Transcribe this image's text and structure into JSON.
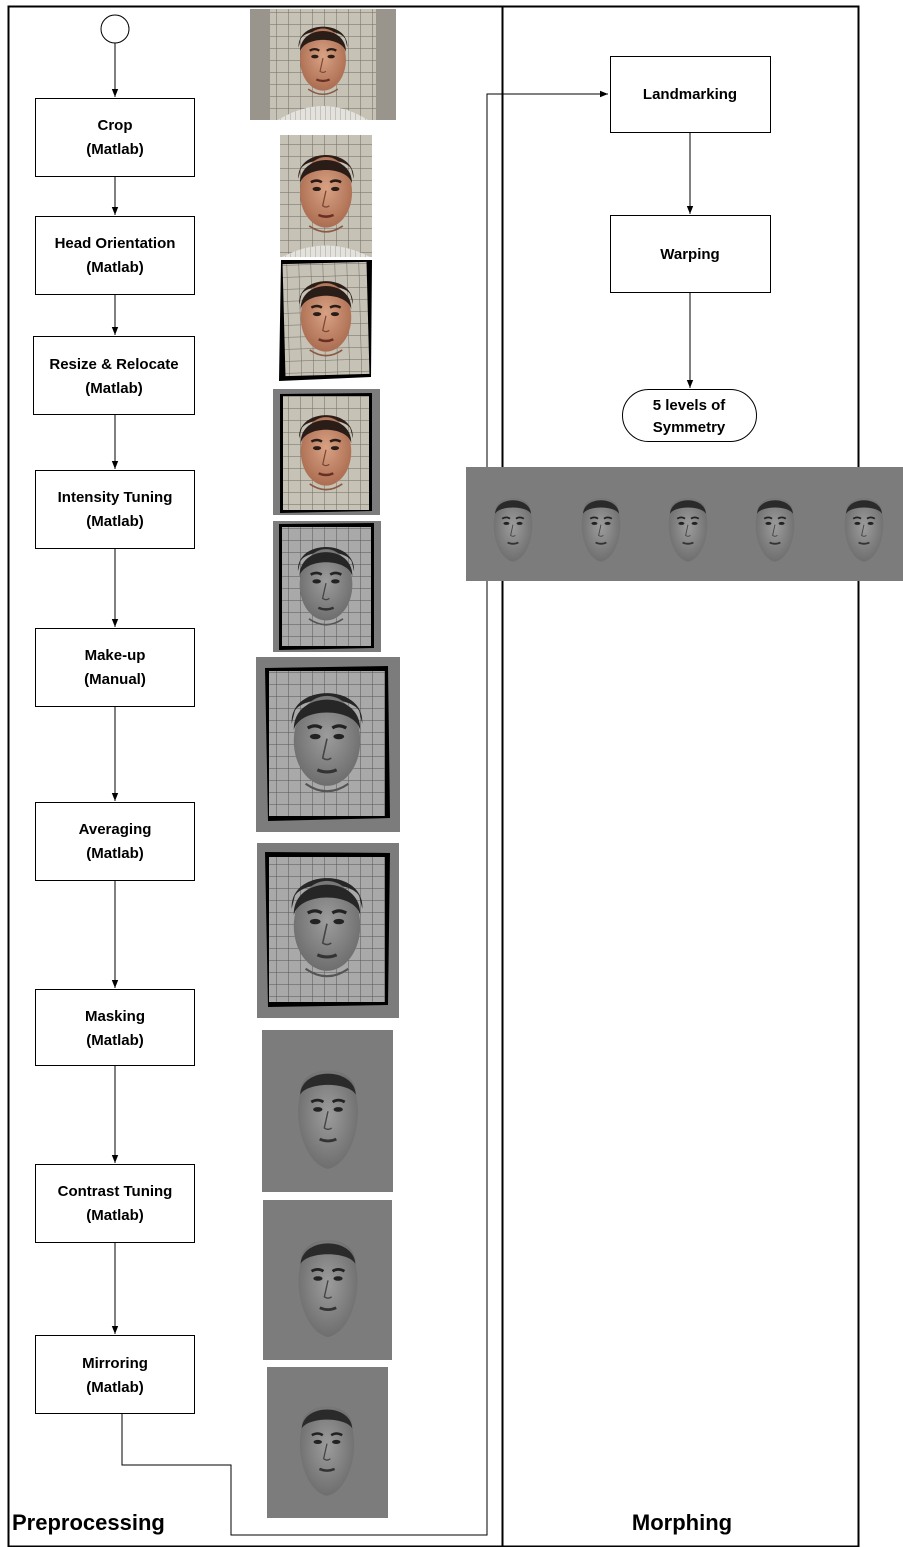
{
  "sections": {
    "preprocessing": "Preprocessing",
    "morphing": "Morphing"
  },
  "preprocessing_steps": [
    {
      "name": "Crop",
      "tool": "(Matlab)"
    },
    {
      "name": "Head Orientation",
      "tool": "(Matlab)"
    },
    {
      "name": "Resize & Relocate",
      "tool": "(Matlab)"
    },
    {
      "name": "Intensity Tuning",
      "tool": "(Matlab)"
    },
    {
      "name": "Make-up",
      "tool": "(Manual)"
    },
    {
      "name": "Averaging",
      "tool": "(Matlab)"
    },
    {
      "name": "Masking",
      "tool": "(Matlab)"
    },
    {
      "name": "Contrast Tuning",
      "tool": "(Matlab)"
    },
    {
      "name": "Mirroring",
      "tool": "(Matlab)"
    }
  ],
  "morphing_steps": {
    "landmarking": "Landmarking",
    "warping": "Warping",
    "output_line1": "5 levels of",
    "output_line2": "Symmetry"
  },
  "colors": {
    "skin": "#c98f70",
    "skin_gray": "#8a8a8a",
    "hair": "#2a1d17",
    "gray_bg": "#7c7c7c",
    "tile_bg": "#c6c2b6"
  }
}
